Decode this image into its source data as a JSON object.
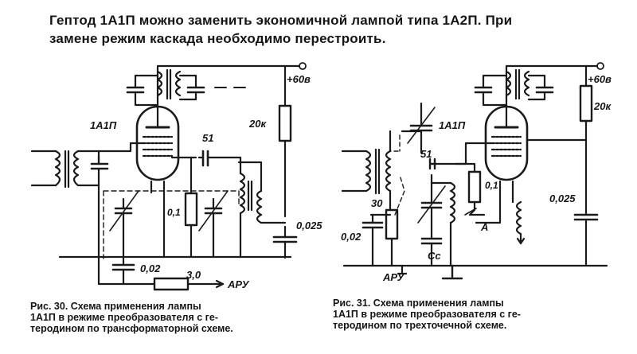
{
  "intro": {
    "line1": "Гептод 1А1П можно заменить экономичной лампой типа 1А2П. При",
    "line2": "замене режим каскада необходимо перестроить."
  },
  "figure30": {
    "tube": "1А1П",
    "voltage": "+60в",
    "r_anode": "20к",
    "c_coupling": "51",
    "r_grid": "0,1",
    "c_bypass": "0,025",
    "c_avc": "0,02",
    "r_avc": "3,0",
    "avc": "АРУ",
    "caption_line1": "Рис.   30.  Схема  применения  лампы",
    "caption_line2": "1А1П  в  режиме  преобразователя  с  ге-",
    "caption_line3": "теродином по трансформаторной схеме."
  },
  "figure31": {
    "tube": "1А1П",
    "voltage": "+60в",
    "r_anode": "20к",
    "c_coupling": "51",
    "r_grid": "0,1",
    "c_bypass": "0,025",
    "c_avc": "0,02",
    "r_30": "30",
    "point_a": "А",
    "c_c": "Сс",
    "avc": "АРУ",
    "caption_line1": "Рис.   31.  Схема  применения  лампы",
    "caption_line2": "1А1П  в  режиме  преобразователя  с  ге-",
    "caption_line3": "теродином по трехточечной схеме."
  }
}
